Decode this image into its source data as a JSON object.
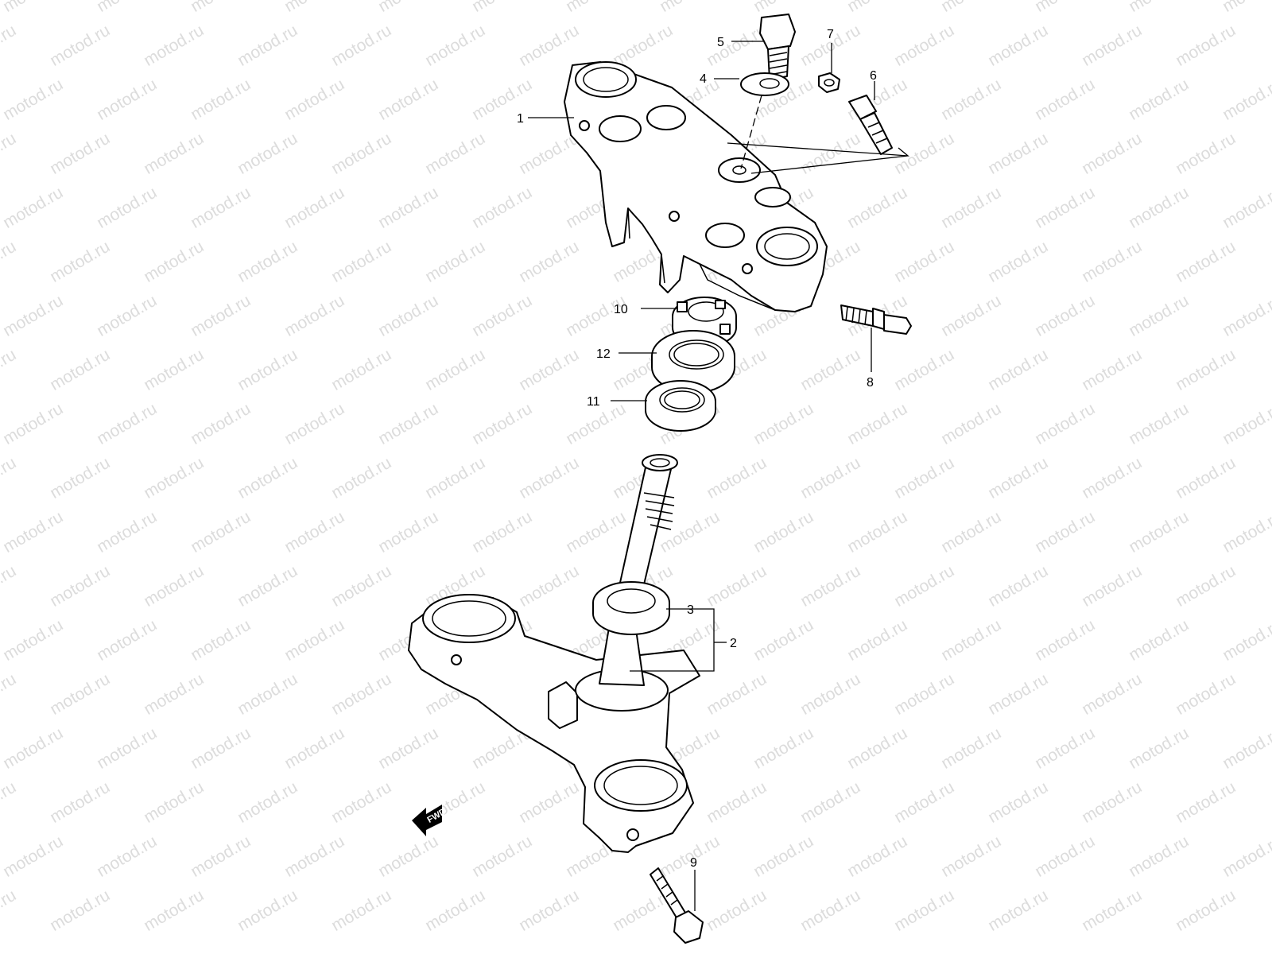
{
  "watermark_text": "motod.ru",
  "fwd_label": "FWD",
  "callouts": {
    "c1": "1",
    "c2": "2",
    "c3": "3",
    "c4": "4",
    "c5": "5",
    "c6": "6",
    "c7": "7",
    "c8": "8",
    "c9": "9",
    "c10": "10",
    "c11": "11",
    "c12": "12"
  }
}
